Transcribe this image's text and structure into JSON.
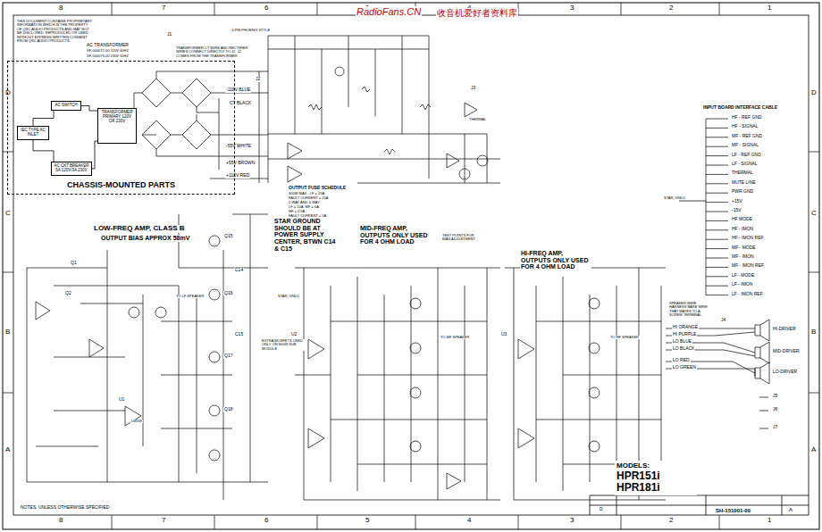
{
  "diagram": {
    "nodes": [
      {
        "text": [
          "CHASSIS-MOUNTED PARTS"
        ]
      },
      {
        "text": [
          "IEC TYPE AC INLET"
        ],
        "in": 0
      },
      {
        "text": [
          "AC SWITCH"
        ],
        "in": 0
      },
      {
        "text": [
          "TRANSFORMER PRIMARY 120V OR 230V"
        ],
        "in": 0
      },
      {
        "text": [
          "AC CKT BREAKER 5A 120V/3A 230V"
        ],
        "in": 0
      },
      {
        "text": [
          "MODELS:",
          "HPR151i HPR181i"
        ]
      }
    ],
    "edges": [
      {
        "from": 1,
        "to": 2,
        "arrow": "none"
      },
      {
        "from": 2,
        "to": 3,
        "arrow": "none"
      },
      {
        "from": 1,
        "to": 4,
        "arrow": "none"
      },
      {
        "from": 4,
        "to": 3,
        "arrow": "none"
      }
    ],
    "labels": [
      "8",
      "7",
      "6",
      "5",
      "4",
      "3",
      "2",
      "1",
      "8",
      "7",
      "6",
      "5",
      "4",
      "3",
      "2",
      "1",
      "D",
      "C",
      "B",
      "A",
      "D",
      "C",
      "B",
      "A",
      "RadioFans.CN",
      "收音机爱好者资料库",
      "THIS DOCUMENT CONTAINS PROPRIETARY INFORMATION WHICH IS THE PROPERTY OF QSC AUDIO PRODUCTS AND MAY NOT BE DISCLOSED, REPRODUCED OR USED WITHOUT EXPRESS WRITTEN CONSENT FROM QSC AUDIO PRODUCTS.",
      "AC TRANSFORMER",
      "XF-000072-00 120V 60HZ",
      "XF-000073-00 230V 50HZ",
      "TRANSFORMER CT WIRE AND RECTIFIER WIRES CONNECT DIRECTLY TO J2. J2 COMES FROM THE TRANSFORMER",
      "3-PIN PHOENIX STYLE",
      "-118V BLUE",
      "CT BLACK",
      "-55V WHITE",
      "+55V BROWN",
      "+118V RED",
      "J2",
      "C14",
      "C15",
      "STAR GROUND SHOULD BE AT POWER SUPPLY CENTER, BTWN C14 & C15",
      "STAR_GND1",
      "EXTRA MOSFETS USED ONLY ON 800W SUB MODULE",
      "OUTPUT FUSE SCHEDULE",
      "400W MAX - LF = 15A",
      "FAULT CURRENT = 25A",
      "2-WAY AND 3-WAY",
      "LF = 10A, MF = 6A",
      "HF = 2.5A",
      "FAULT CURRENT = 5A",
      "LOW-FREQ AMP, CLASS B",
      "OUTPUT BIAS APPROX 58mV",
      "MID-FREQ AMP, OUTPUTS ONLY USED FOR 4 OHM LOAD",
      "HI-FREQ AMP, OUTPUTS ONLY USED FOR 4 OHM LOAD",
      "TO LF SPEAKER",
      "TO MF SPEAKER",
      "TO HF SPEAKER",
      "INPUT BOARD INTERFACE CABLE",
      "HF - REF GND",
      "HF - SIGNAL",
      "MF - REF GND",
      "MF - SIGNAL",
      "LF - REF GND",
      "LF - SIGNAL",
      "THERMAL",
      "MUTE LINE",
      "PWR GND",
      "+15V",
      "-15V",
      "HF MODE",
      "HF - IMON",
      "HF - IMON REF",
      "MF - MODE",
      "MF - IMON",
      "MF - IMON REF",
      "LF - MODE",
      "LF - IMON",
      "LF - IMON REF",
      "STAR_GND1",
      "HI ORANGE",
      "HI PURPLE",
      "LO BLUE",
      "LO BLACK",
      "LO RED",
      "LO GREEN",
      "HI-DRIVER",
      "MID-DRIVER",
      "LO-DRIVER",
      "SPEAKER WIRE HARNESS BARE WIRE THAT MATES TO A SCREW TERMINAL",
      "NOTES: UNLESS OTHERWISE SPECIFIED",
      "SH-151001-00",
      "D",
      "A",
      "Q1",
      "Q2",
      "U1",
      "LM339",
      "Q15",
      "Q16",
      "Q17",
      "Q18",
      "U2",
      "U3",
      "J1",
      "J3",
      "J4",
      "J5",
      "J6",
      "J7",
      "TEST POINTS FOR BIAS ADJUSTMENT",
      "THERMAL"
    ]
  }
}
